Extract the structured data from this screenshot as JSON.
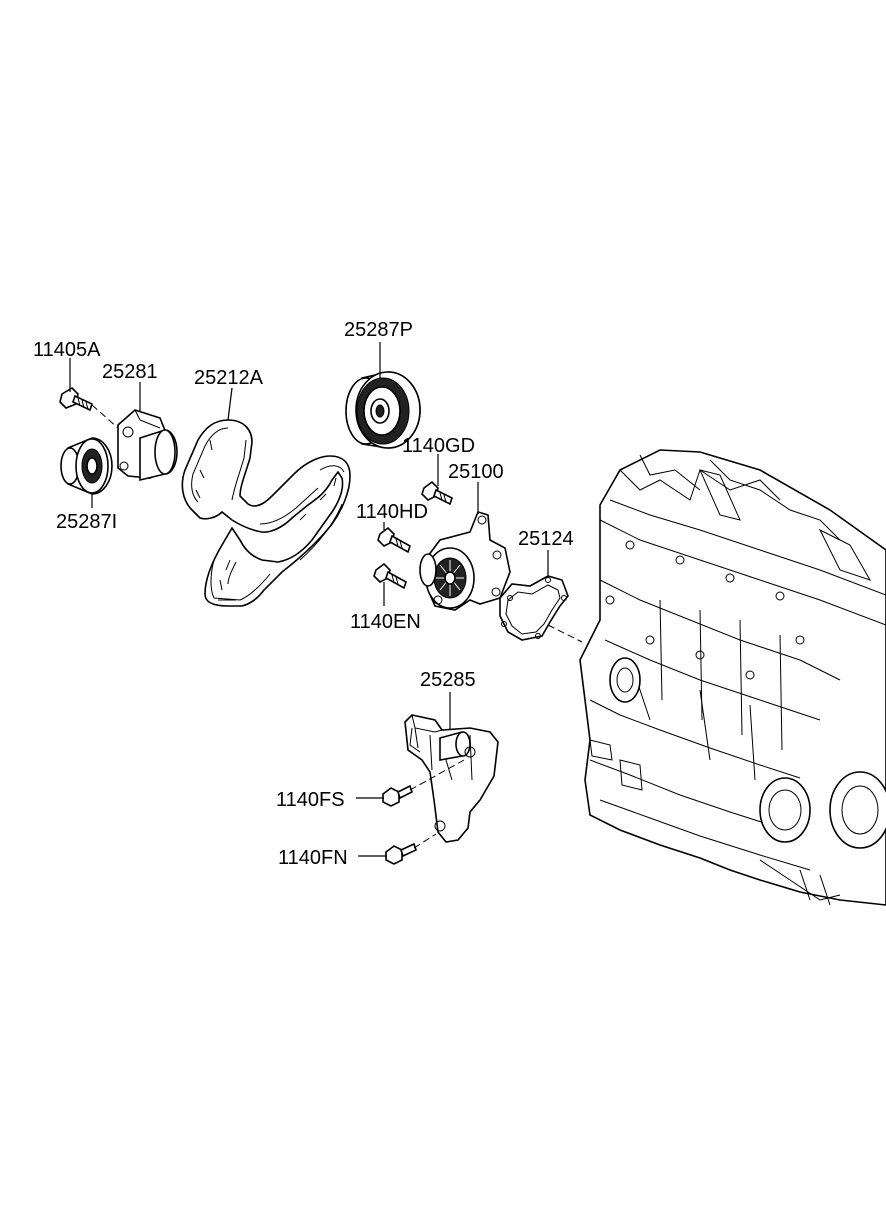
{
  "diagram": {
    "labels": {
      "p11405A": "11405A",
      "p25281": "25281",
      "p25212A": "25212A",
      "p25287P": "25287P",
      "p25287I": "25287I",
      "p1140GD": "1140GD",
      "p25100": "25100",
      "p1140HD": "1140HD",
      "p25124": "25124",
      "p1140EN": "1140EN",
      "p25285": "25285",
      "p1140FS": "1140FS",
      "p1140FN": "1140FN"
    }
  }
}
